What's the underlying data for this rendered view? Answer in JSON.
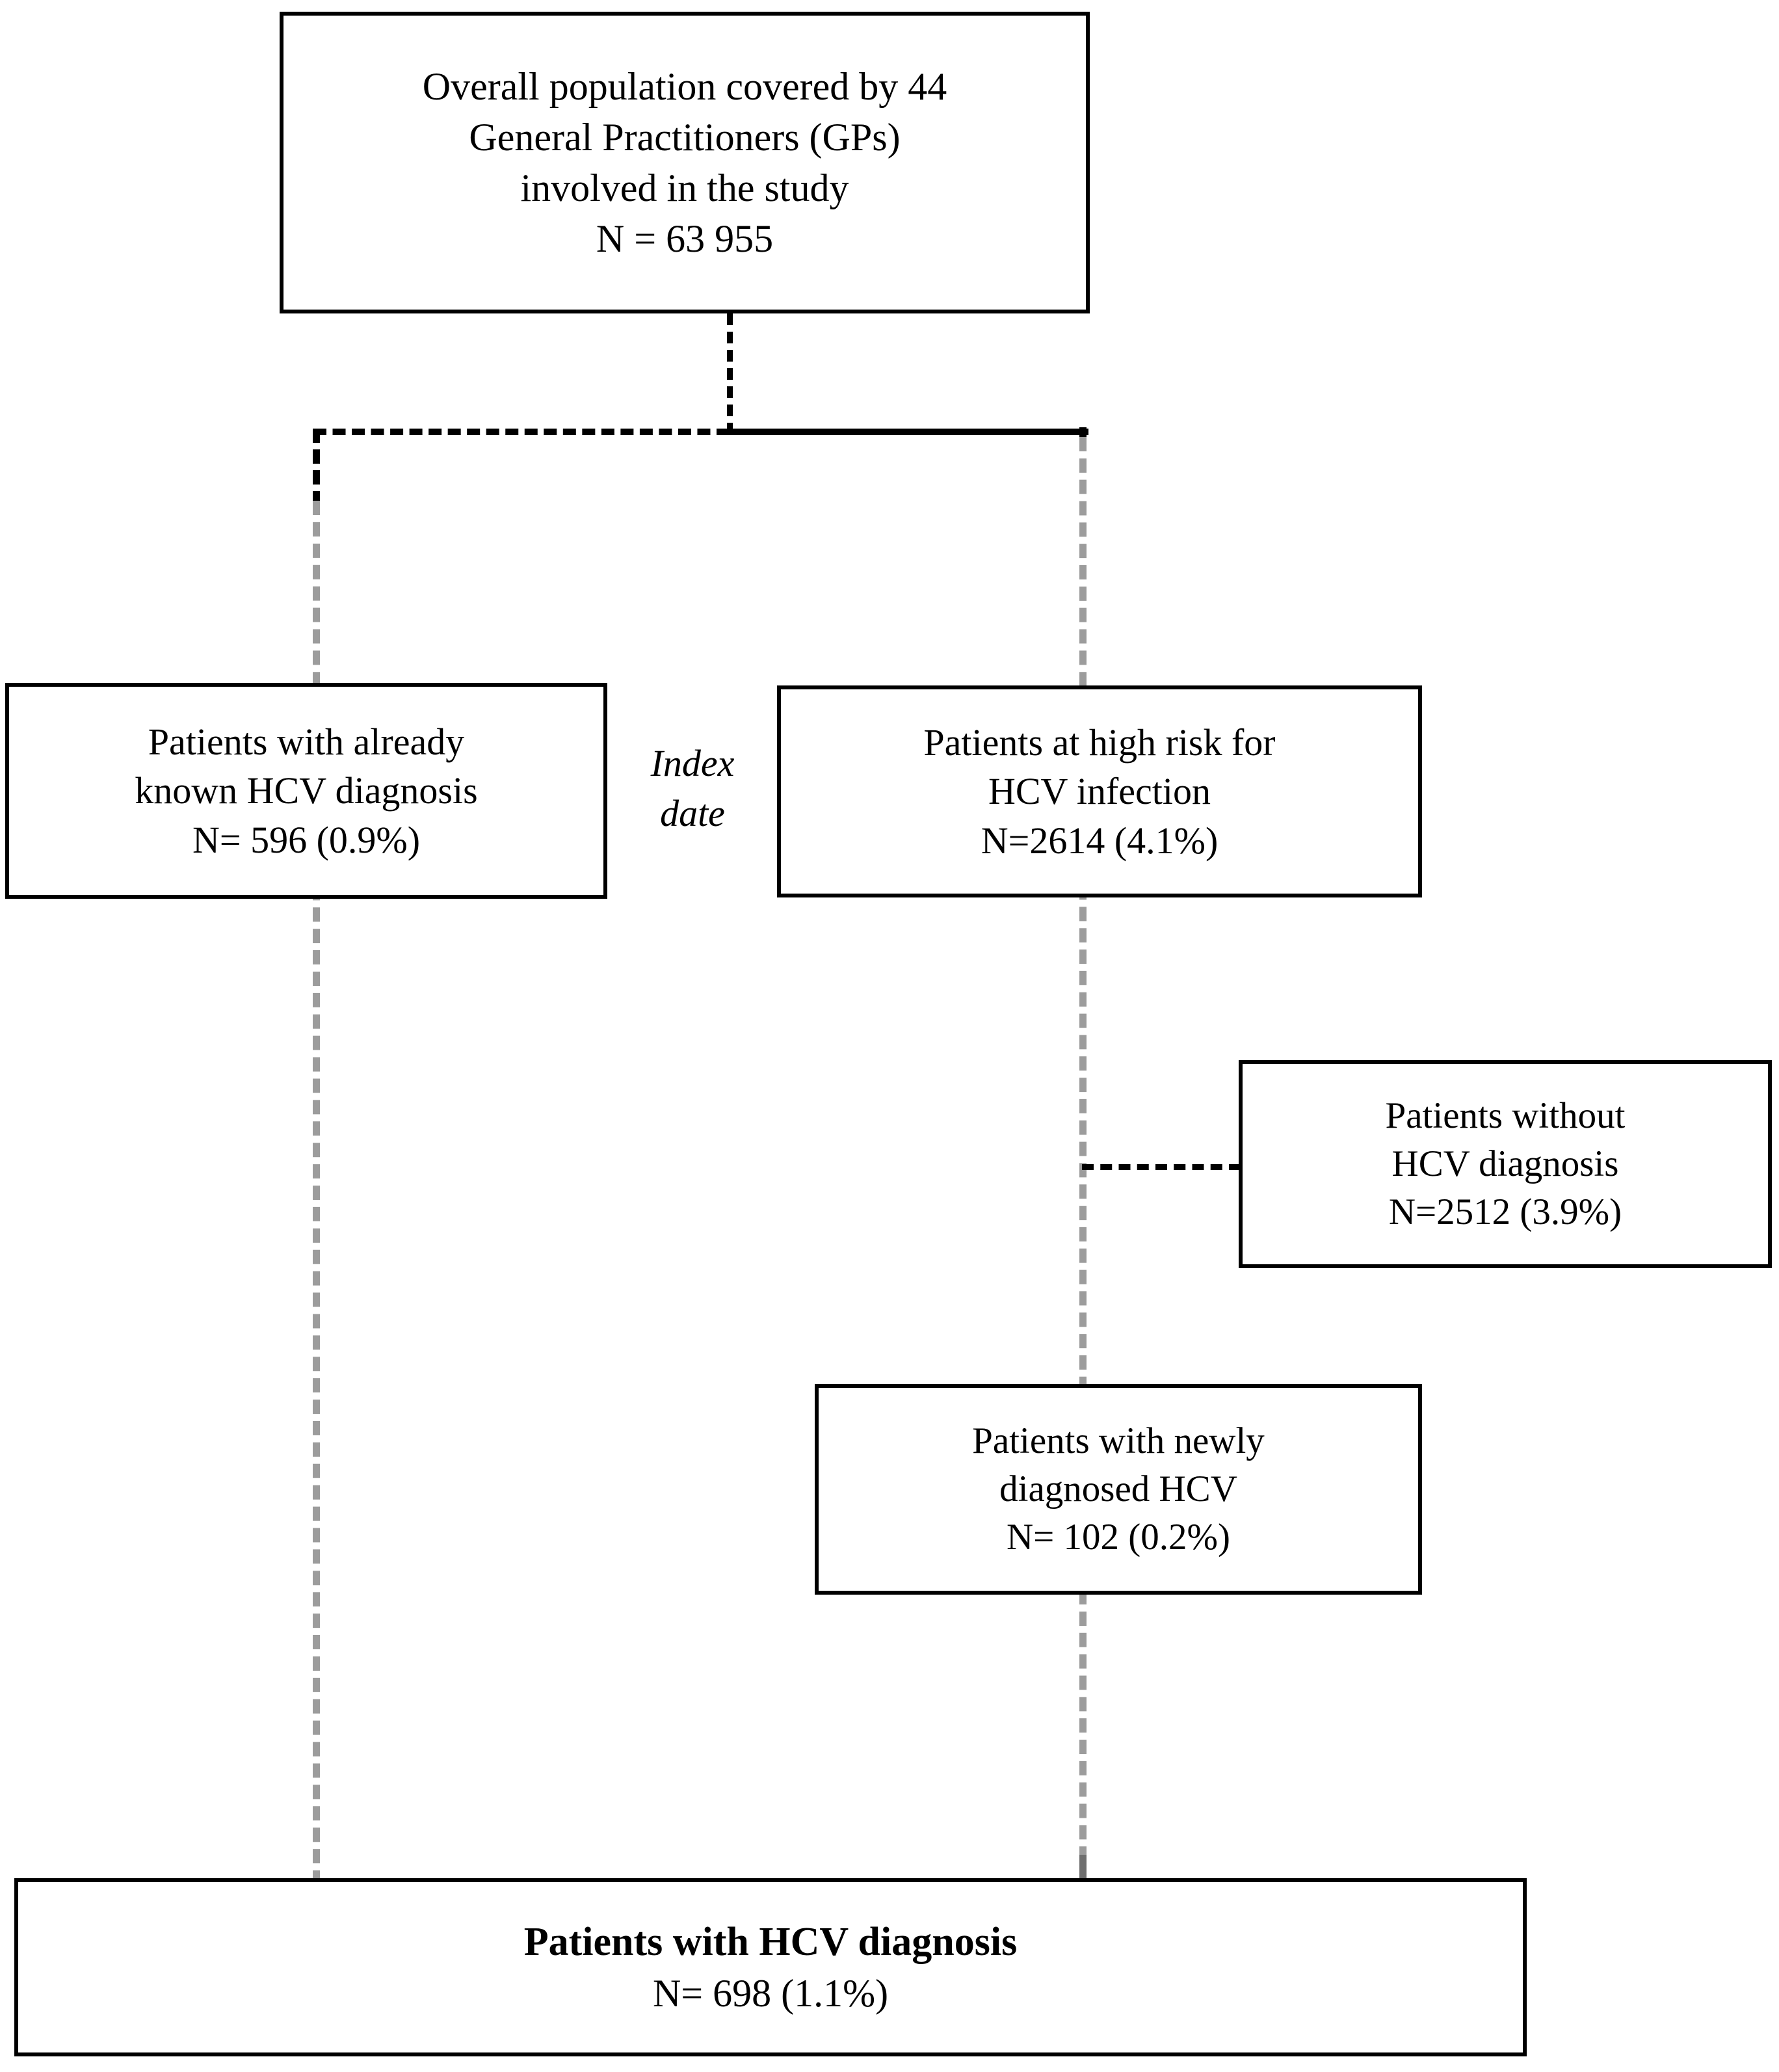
{
  "figure": {
    "type": "flow-diagram",
    "title": "HCV study patient flow diagram",
    "colors": {
      "box_border": "#000000",
      "connector_dark": "#000000",
      "connector_grey": "#9c9c9c",
      "background": "#ffffff",
      "text": "#000000"
    }
  },
  "nodes": {
    "overall": {
      "lines": [
        "Overall population covered by 44",
        "General Practitioners (GPs)",
        "involved in the study",
        "N = 63 955"
      ],
      "n": 63955
    },
    "known_diagnosis": {
      "lines": [
        "Patients with already",
        "known HCV diagnosis",
        "N= 596 (0.9%)"
      ],
      "n": 596,
      "percent": "0.9%"
    },
    "high_risk": {
      "lines": [
        "Patients at high risk for",
        "HCV infection",
        "N=2614 (4.1%)"
      ],
      "n": 2614,
      "percent": "4.1%"
    },
    "without_diagnosis": {
      "lines": [
        "Patients without",
        "HCV diagnosis",
        "N=2512 (3.9%)"
      ],
      "n": 2512,
      "percent": "3.9%"
    },
    "newly_diagnosed": {
      "lines": [
        "Patients with newly",
        "diagnosed HCV",
        "N= 102 (0.2%)"
      ],
      "n": 102,
      "percent": "0.2%"
    },
    "final": {
      "title": "Patients with HCV diagnosis",
      "count": "N= 698 (1.1%)",
      "n": 698,
      "percent": "1.1%"
    }
  },
  "labels": {
    "index_date_line1": "Index",
    "index_date_line2": "date"
  }
}
